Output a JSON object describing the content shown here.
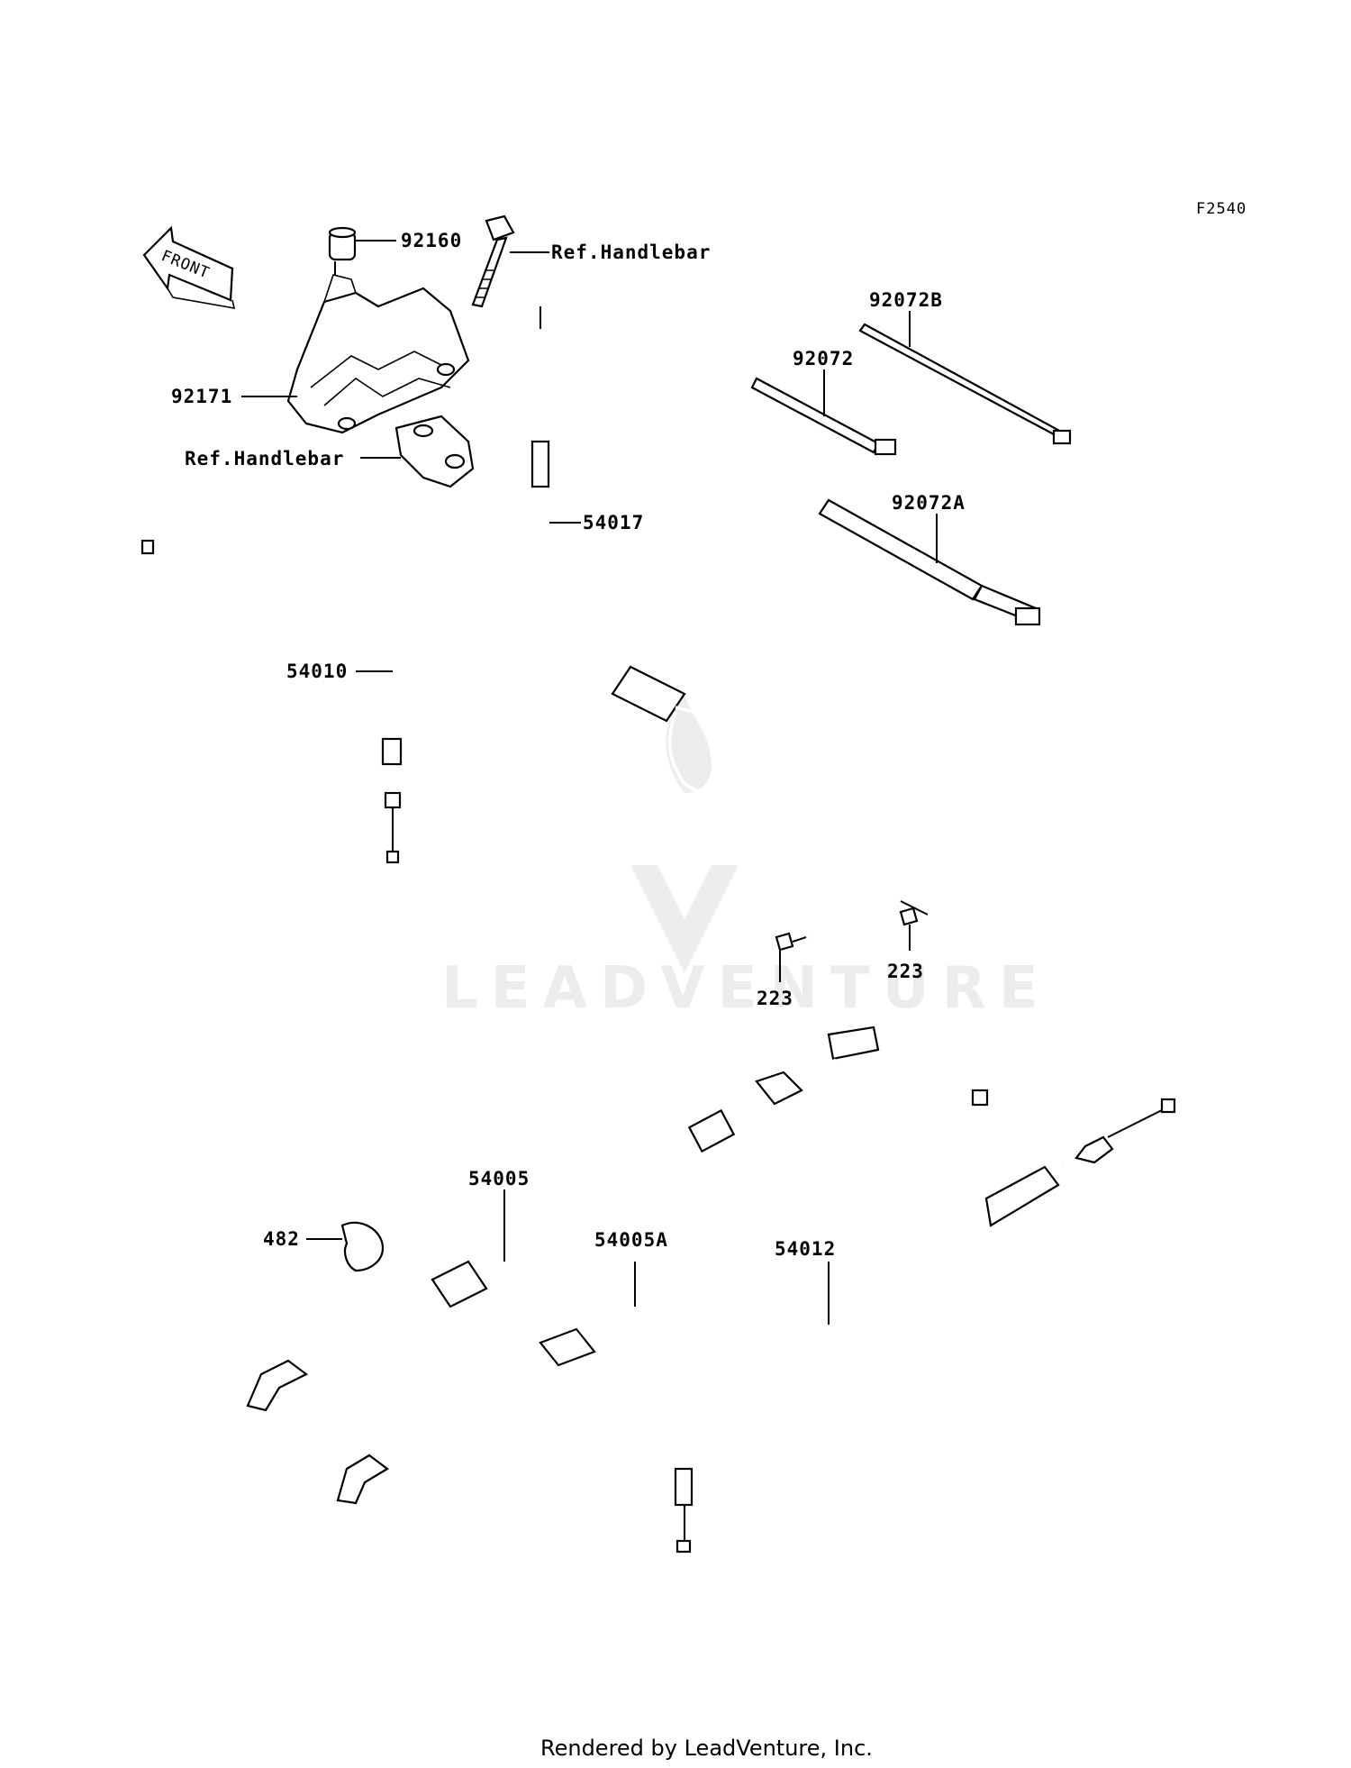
{
  "diagram": {
    "code": "F2540",
    "front_label": "FRONT",
    "footer": "Rendered by LeadVenture, Inc.",
    "watermark": "LEADVENTURE"
  },
  "labels": {
    "p92160": "92160",
    "ref_handlebar_1": "Ref.Handlebar",
    "p92171": "92171",
    "ref_handlebar_2": "Ref.Handlebar",
    "p54010": "54010",
    "p54017": "54017",
    "p92072B": "92072B",
    "p92072": "92072",
    "p92072A": "92072A",
    "p223_a": "223",
    "p223_b": "223",
    "p54005": "54005",
    "p482": "482",
    "p54005A": "54005A",
    "p54012": "54012"
  },
  "icons": {
    "front_arrow": "front-arrow-icon",
    "watermark_logo": "leadventure-logo-icon"
  }
}
